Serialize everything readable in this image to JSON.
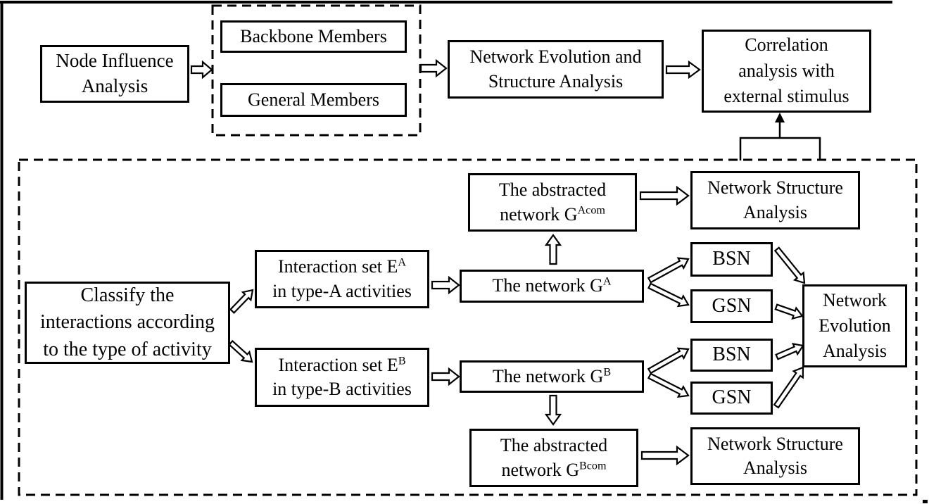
{
  "boxes": {
    "node_influence": {
      "line1": "Node Influence",
      "line2": "Analysis"
    },
    "backbone": {
      "label": "Backbone Members"
    },
    "general": {
      "label": "General Members"
    },
    "network_evolution_structure": {
      "line1": "Network Evolution and",
      "line2": "Structure Analysis"
    },
    "correlation": {
      "line1": "Correlation",
      "line2": "analysis with",
      "line3": "external stimulus"
    },
    "classify": {
      "line1": "Classify the",
      "line2": "interactions according",
      "line3": "to the type of activity"
    },
    "interaction_a": {
      "line1_base": "Interaction set E",
      "line1_sup": "A",
      "line2": "in type-A activities"
    },
    "interaction_b": {
      "line1_base": "Interaction set E",
      "line1_sup": "B",
      "line2": "in type-B activities"
    },
    "network_a": {
      "base": "The network G",
      "sup": "A"
    },
    "network_b": {
      "base": "The network G",
      "sup": "B"
    },
    "abstracted_a": {
      "line1": "The abstracted",
      "line2_base": "network G",
      "line2_sup": "Acom"
    },
    "abstracted_b": {
      "line1": "The abstracted",
      "line2_base": "network G",
      "line2_sup": "Bcom"
    },
    "nsa_top": {
      "line1": "Network Structure",
      "line2": "Analysis"
    },
    "nsa_bottom": {
      "line1": "Network Structure",
      "line2": "Analysis"
    },
    "bsn_a": {
      "label": "BSN"
    },
    "gsn_a": {
      "label": "GSN"
    },
    "bsn_b": {
      "label": "BSN"
    },
    "gsn_b": {
      "label": "GSN"
    },
    "network_evolution": {
      "line1": "Network",
      "line2": "Evolution",
      "line3": "Analysis"
    }
  },
  "colors": {
    "line": "#000000",
    "background": "#ffffff"
  }
}
